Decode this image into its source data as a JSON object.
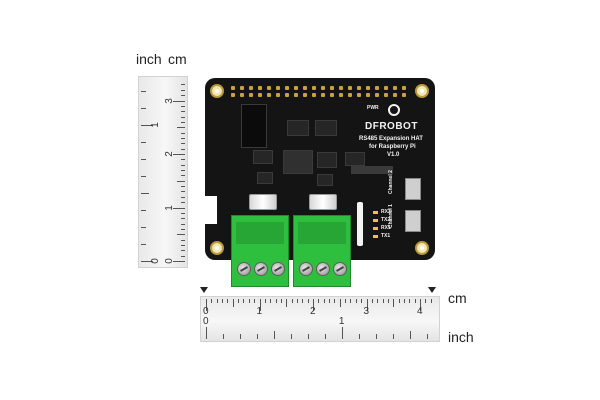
{
  "rulers": {
    "vertical": {
      "label_inch": "inch",
      "label_cm": "cm",
      "cm_numbers": [
        "0",
        "1",
        "2",
        "3"
      ],
      "inch_numbers": [
        "0",
        "1"
      ]
    },
    "horizontal": {
      "label_cm": "cm",
      "label_inch": "inch",
      "cm_numbers": [
        "0",
        "1",
        "2",
        "3",
        "4"
      ],
      "inch_numbers": [
        "0",
        "1"
      ]
    }
  },
  "board": {
    "brand": "DFROBOT",
    "title_line1": "RS485 Expansion HAT",
    "title_line2": "for Raspberry Pi",
    "version": "V1.0",
    "pwr_label": "PWR",
    "leds": [
      "RX2",
      "TX2",
      "RX1",
      "TX1"
    ],
    "switch_labels": [
      "Channel 2",
      "Channel 1"
    ],
    "colors": {
      "pcb": "#141414",
      "terminal": "#2fbf3f",
      "gold": "#c9a23a"
    }
  }
}
